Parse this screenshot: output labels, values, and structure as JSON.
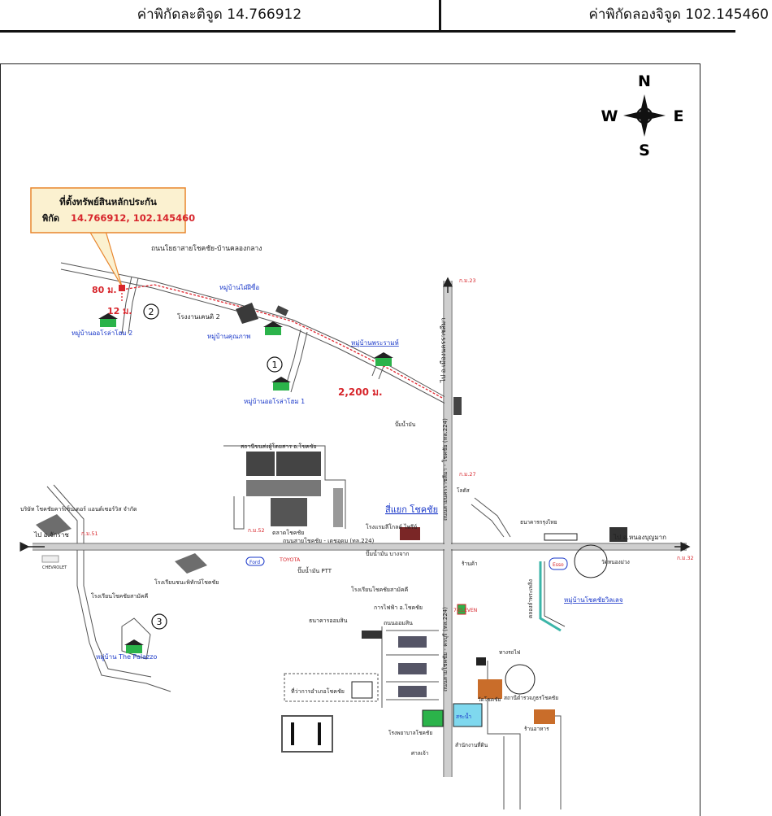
{
  "header": {
    "latitude_label": "ค่าพิกัดละติจูด 14.766912",
    "longitude_label": "ค่าพิกัดลองจิจูด 102.145460"
  },
  "callout": {
    "title": "ที่ตั้งทรัพย์สินหลักประกัน",
    "coord_prefix": "พิกัด",
    "coord_value": "14.766912, 102.145460"
  },
  "compass": {
    "north": "N",
    "south": "S",
    "east": "E",
    "west": "W"
  },
  "roads": {
    "upper_road": "ถนนโยธาสายโชคชัย-บ้านคลองกลาง",
    "main_road": "ถนนสายโชคชัย - เดชอุดม (ทล.224)",
    "to_chakkarat": "ไป อ.จักราช",
    "to_nong_bun_mak": "ไป อ.หนองบุญมาก",
    "to_mueang": "ไป อ.เมืองนครราชสีมา",
    "vertical_road_upper": "ถนนสายนครราชสีมา - โชคชัย (ทล.224)",
    "vertical_road_lower": "ถนนสายโชคชัย - ครบุรี (ทล.224)",
    "market_road": "ถนนออมสิน"
  },
  "distances": {
    "d80": "80 ม.",
    "d12": "12 ม.",
    "d2200": "2,200 ม."
  },
  "markers": {
    "m1": "1",
    "m2": "2",
    "m3": "3"
  },
  "villages": {
    "v1": "หมู่บ้านออโรล่าโฮม 2",
    "v2": "หมู่บ้านคุณภาพ",
    "v3": "หมู่บ้านไฝ่ฝีซื่อ",
    "v4": "หมู่บ้านพระรามห์",
    "v5": "หมู่บ้านออโรล่าโฮม 1",
    "v6": "หมู่บ้าน The Palazzo",
    "v7": "หมู่บ้านโชคชัยวิลเลจ"
  },
  "places": {
    "factory": "โรงงานเคนติ 2",
    "school_hall": "สถานีขนส่งผู้โดยสาร อ.โชคชัย",
    "junction": "สี่แยก โชคชัย",
    "market": "ตลาดโชคชัย",
    "hotel": "โรงแรมลีโกลด์ ไพรีย์",
    "dealer": "บริษัท โชคชัยคาร์เซ็นเตอร์ แอนด์เซอร์วิส จำกัด",
    "school2": "โรงเรียนชนะพิทักษ์โชคชัย",
    "school3": "โรงเรียนโชคชัยสามัคคี",
    "hospital": "โรงเรียนโชคชัยสามัคคี",
    "electric": "การไฟฟ้า อ.โชคชัย",
    "bank": "ธนาคารออมสิน",
    "gov": "ที่ว่าการอำเภอโชคชัย",
    "school_vill": "โรงพยาบาลโชคชัย",
    "temple": "วัดโชคชัย",
    "police": "สถานีตำรวจภูธรโชคชัย",
    "ptt": "ปั๊มน้ำมัน PTT",
    "pump2": "ปั๊มน้ำมัน บางจาก",
    "toyota": "TOYOTA",
    "ford": "Ford",
    "esso": "Esso",
    "chevrolet": "CHEVROLET",
    "km23": "ก.ม.23",
    "km27": "ก.ม.27",
    "km32": "ก.ม.32",
    "km51": "ก.ม.51",
    "km52": "ก.ม.52",
    "pump_north": "ปั๊มน้ำมัน",
    "tcl": "ธนาคารกรุงไทย",
    "canal": "คลองลำพระเพลิง",
    "temple2": "วัดหนองม่วง",
    "crossing": "ทางรถไฟ",
    "lawyer": "สำนักงานที่ดิน",
    "court": "ศาลเจ้า",
    "shop": "ร้านค้า",
    "mart": "7-ELEVEN",
    "thai_house": "ร้านอาหาร",
    "lotus": "โลตัส",
    "pond": "สระน้ำ"
  },
  "colors": {
    "road": "#b9b9b9",
    "route": "#e0232b",
    "label_red": "#d7262c",
    "label_blue": "#1a38c9",
    "callout_fill": "#fbf1d0",
    "callout_border": "#e8852c",
    "village_green": "#2bb34a",
    "canal": "#3bb5a8"
  }
}
